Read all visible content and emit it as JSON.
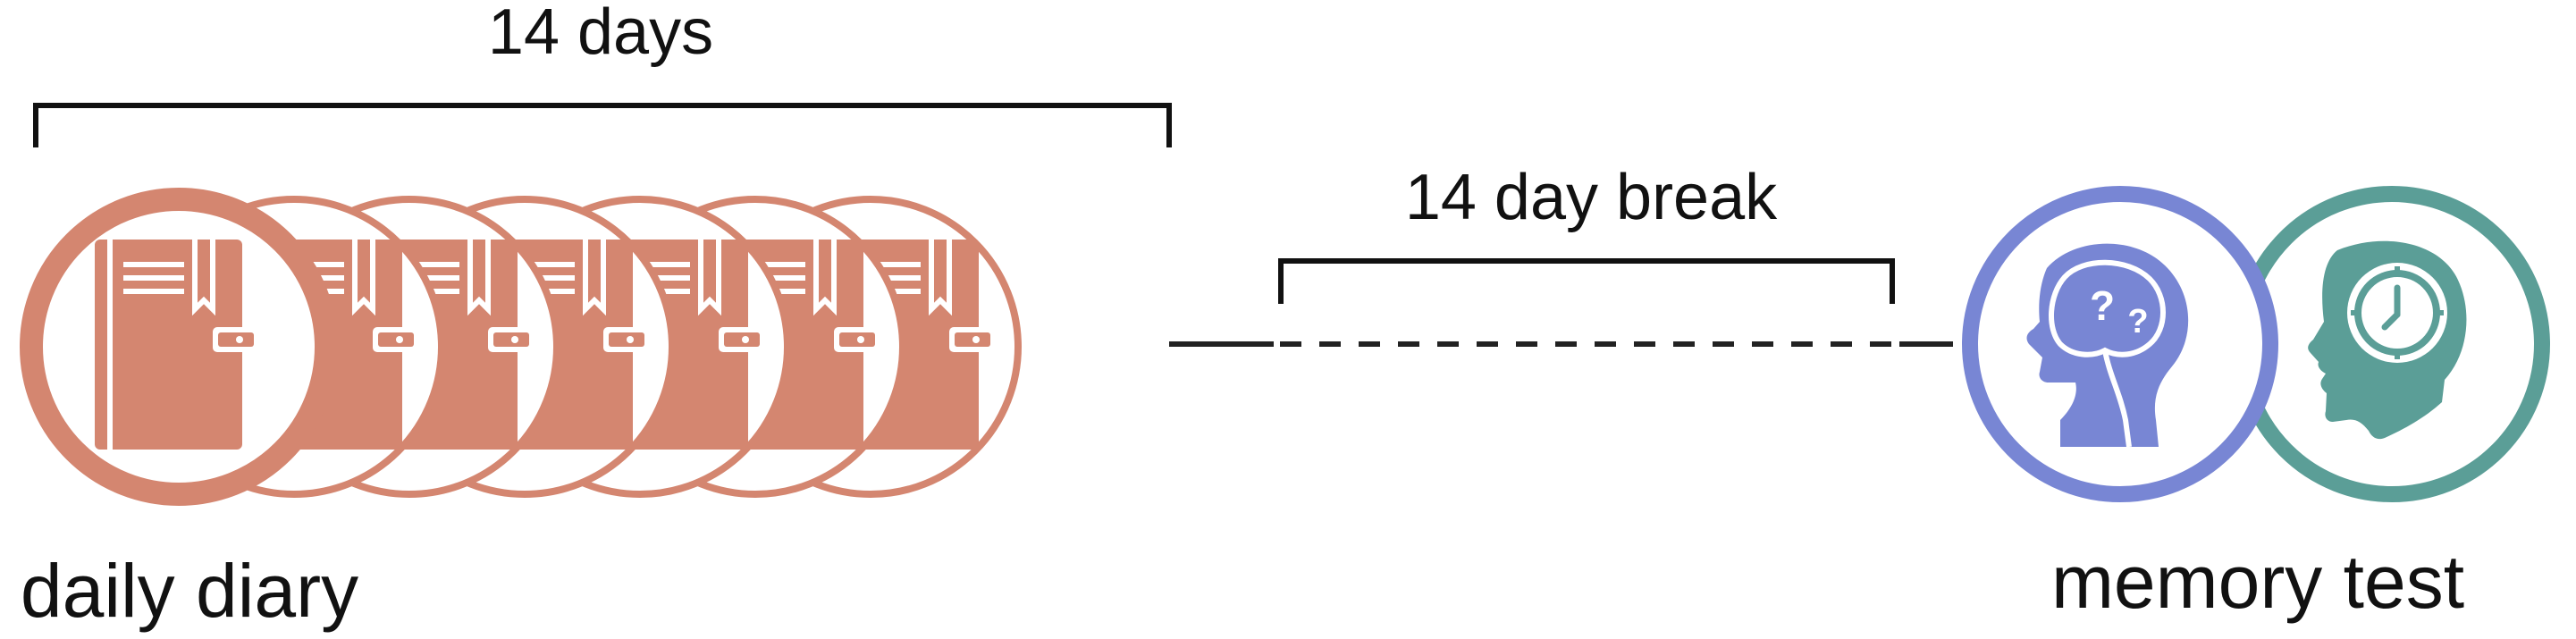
{
  "labels": {
    "top_bracket": "14 days",
    "break_bracket": "14 day break",
    "left_caption": "daily diary",
    "right_caption": "memory test"
  },
  "icons": {
    "diary": "book-icon",
    "memory_brain": "brain-question-icon",
    "memory_clock": "head-clock-icon"
  },
  "colors": {
    "diary": "#d48670",
    "memory_blue": "#7886d4",
    "memory_teal": "#5b9e97",
    "line": "#222222"
  },
  "diary_entries": 7
}
